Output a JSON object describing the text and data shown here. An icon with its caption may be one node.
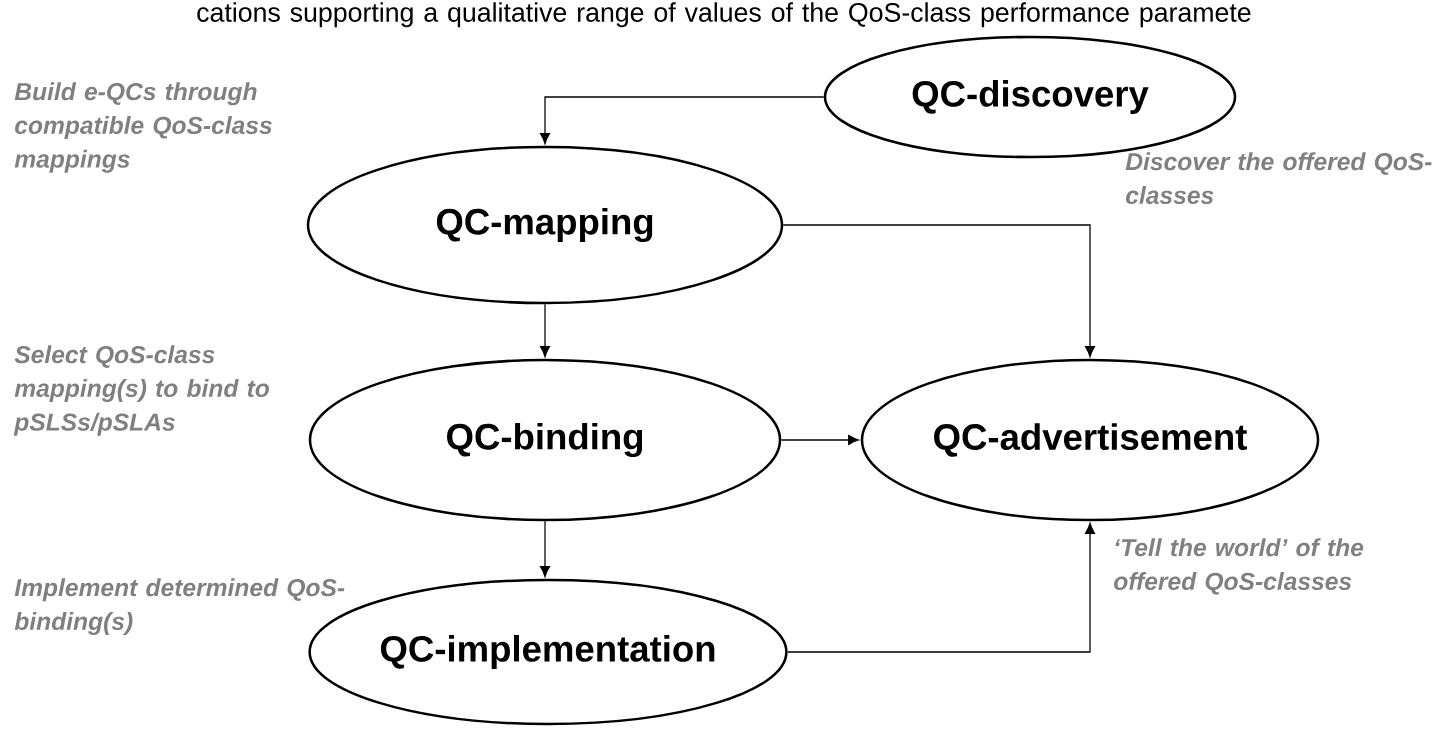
{
  "diagram": {
    "nodes": [
      {
        "text": [
          "QC-discovery"
        ]
      },
      {
        "text": [
          "QC-mapping"
        ]
      },
      {
        "text": [
          "QC-binding"
        ]
      },
      {
        "text": [
          "QC-advertisement"
        ]
      },
      {
        "text": [
          "QC-implementation"
        ]
      }
    ],
    "edges": [
      {
        "from": 0,
        "to": 1,
        "arrow": "to"
      },
      {
        "from": 1,
        "to": 2,
        "arrow": "to"
      },
      {
        "from": 1,
        "to": 3,
        "arrow": "to"
      },
      {
        "from": 2,
        "to": 3,
        "arrow": "to"
      },
      {
        "from": 2,
        "to": 4,
        "arrow": "to"
      },
      {
        "from": 4,
        "to": 3,
        "arrow": "to"
      }
    ],
    "labels": [
      "cations supporting a qualitative range of values of the QoS-class performance paramete",
      "Build e-QCs through compatible QoS-class mappings",
      "Discover the offered QoS-classes",
      "Select QoS-class mapping(s) to bind to pSLSs/pSLAs",
      "Implement determined QoS-binding(s)",
      "‘Tell the world’ of the offered QoS-classes"
    ]
  }
}
